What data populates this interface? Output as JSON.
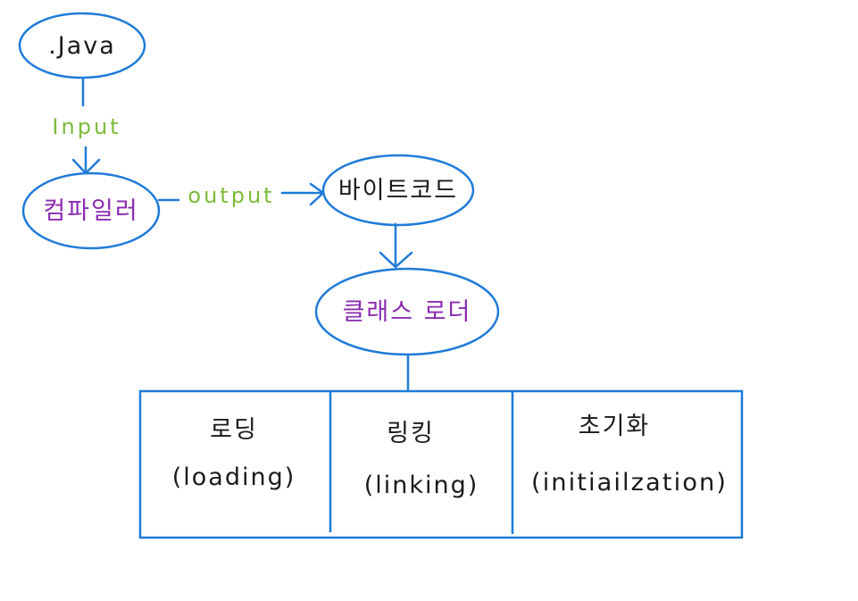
{
  "colors": {
    "line": "#1f7bd8",
    "label_green": "#7dbb3c",
    "label_purple": "#8a2bb0",
    "text_dark": "#1a1a1a"
  },
  "nodes": {
    "java": ".Java",
    "compiler": "컴파일러",
    "bytecode": "바이트코드",
    "classloader": "클래스 로더"
  },
  "edges": {
    "input": "Input",
    "output": "output"
  },
  "stages": [
    {
      "ko": "로딩",
      "en": "(loading)"
    },
    {
      "ko": "링킹",
      "en": "(linking)"
    },
    {
      "ko": "초기화",
      "en": "(initiailzation)"
    }
  ]
}
